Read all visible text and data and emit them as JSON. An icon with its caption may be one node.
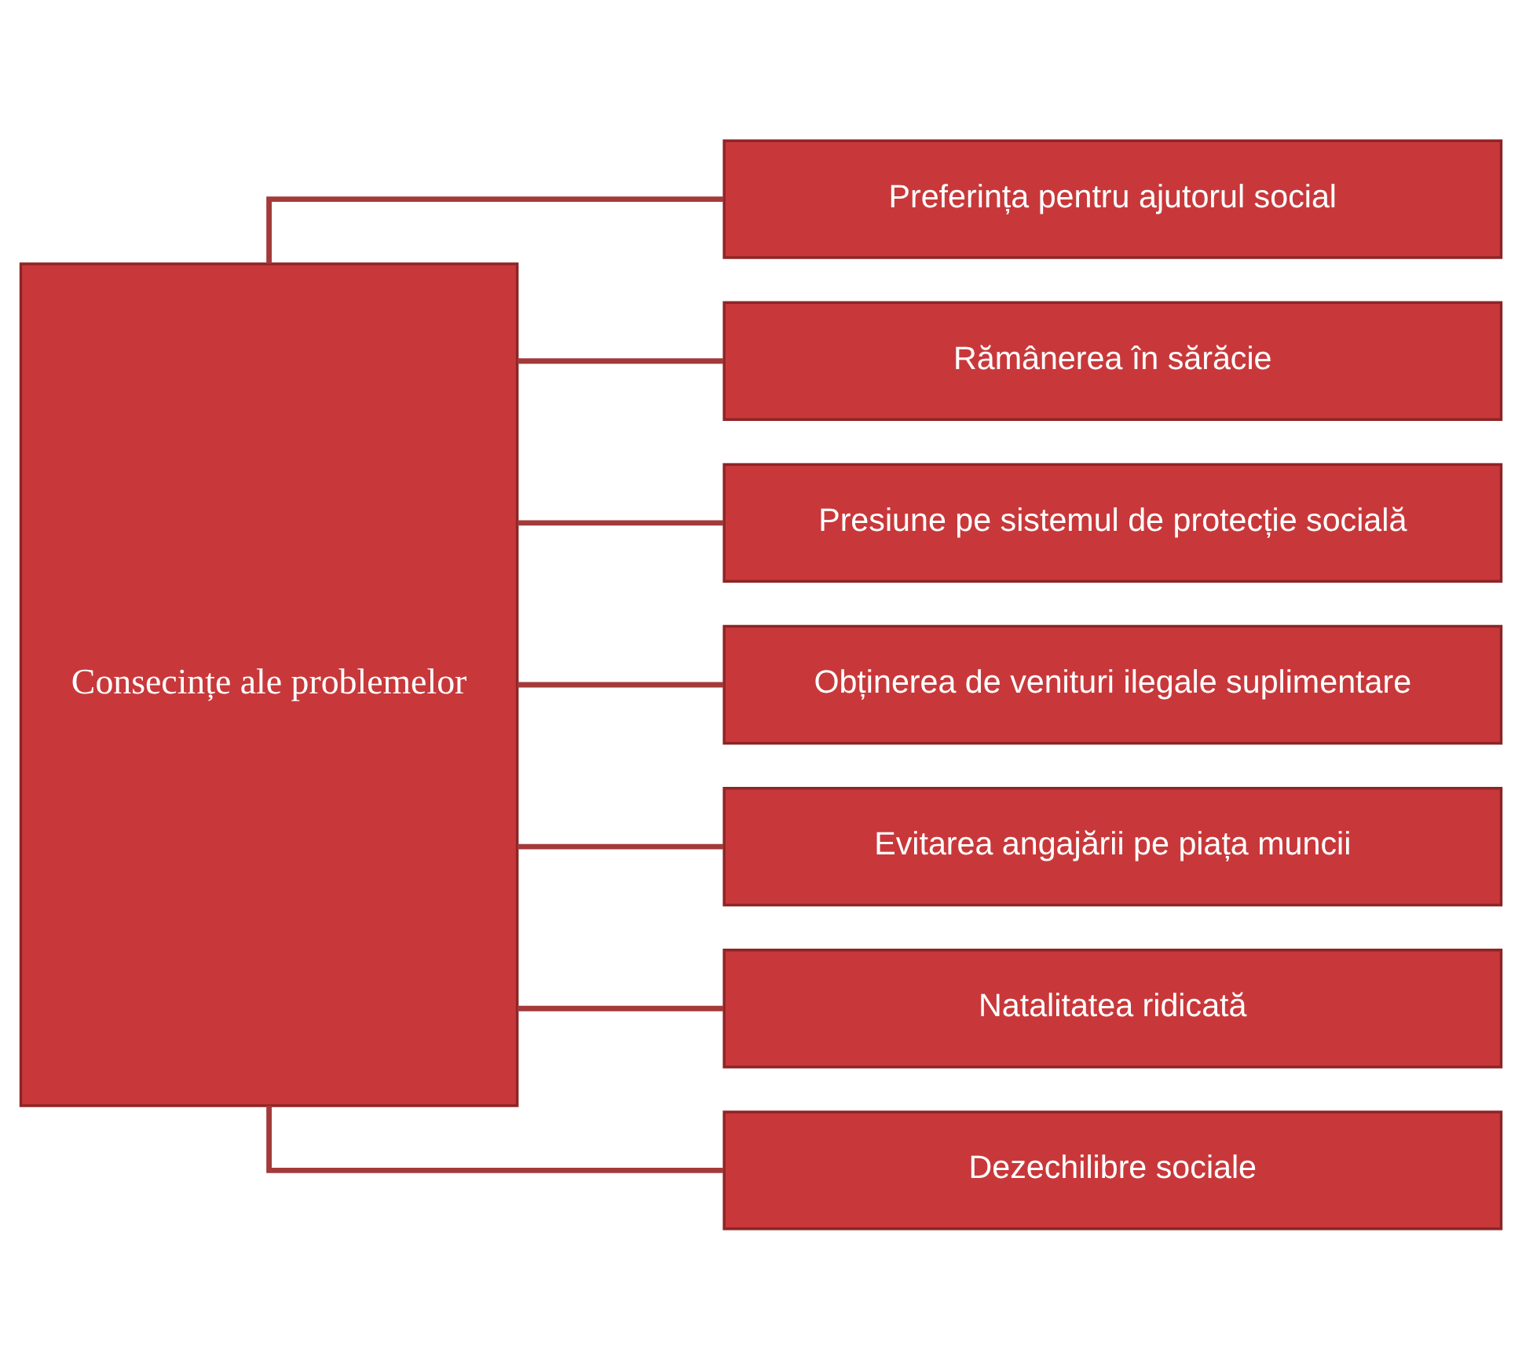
{
  "diagram": {
    "nodes": [
      {
        "text": [
          "Consecințe ale problemelor"
        ]
      },
      {
        "text": [
          "Preferința pentru ajutorul social"
        ]
      },
      {
        "text": [
          "Rămânerea în sărăcie"
        ]
      },
      {
        "text": [
          "Presiune pe sistemul de protecție socială"
        ]
      },
      {
        "text": [
          "Obținerea de venituri ilegale suplimentare"
        ]
      },
      {
        "text": [
          "Evitarea angajării pe piața muncii"
        ]
      },
      {
        "text": [
          "Natalitatea ridicată"
        ]
      },
      {
        "text": [
          "Dezechilibre sociale"
        ]
      }
    ],
    "edges": [
      {
        "from": 0,
        "to": 1,
        "arrow": "none"
      },
      {
        "from": 0,
        "to": 2,
        "arrow": "none"
      },
      {
        "from": 0,
        "to": 3,
        "arrow": "none"
      },
      {
        "from": 0,
        "to": 4,
        "arrow": "none"
      },
      {
        "from": 0,
        "to": 5,
        "arrow": "none"
      },
      {
        "from": 0,
        "to": 6,
        "arrow": "none"
      },
      {
        "from": 0,
        "to": 7,
        "arrow": "none"
      }
    ]
  }
}
